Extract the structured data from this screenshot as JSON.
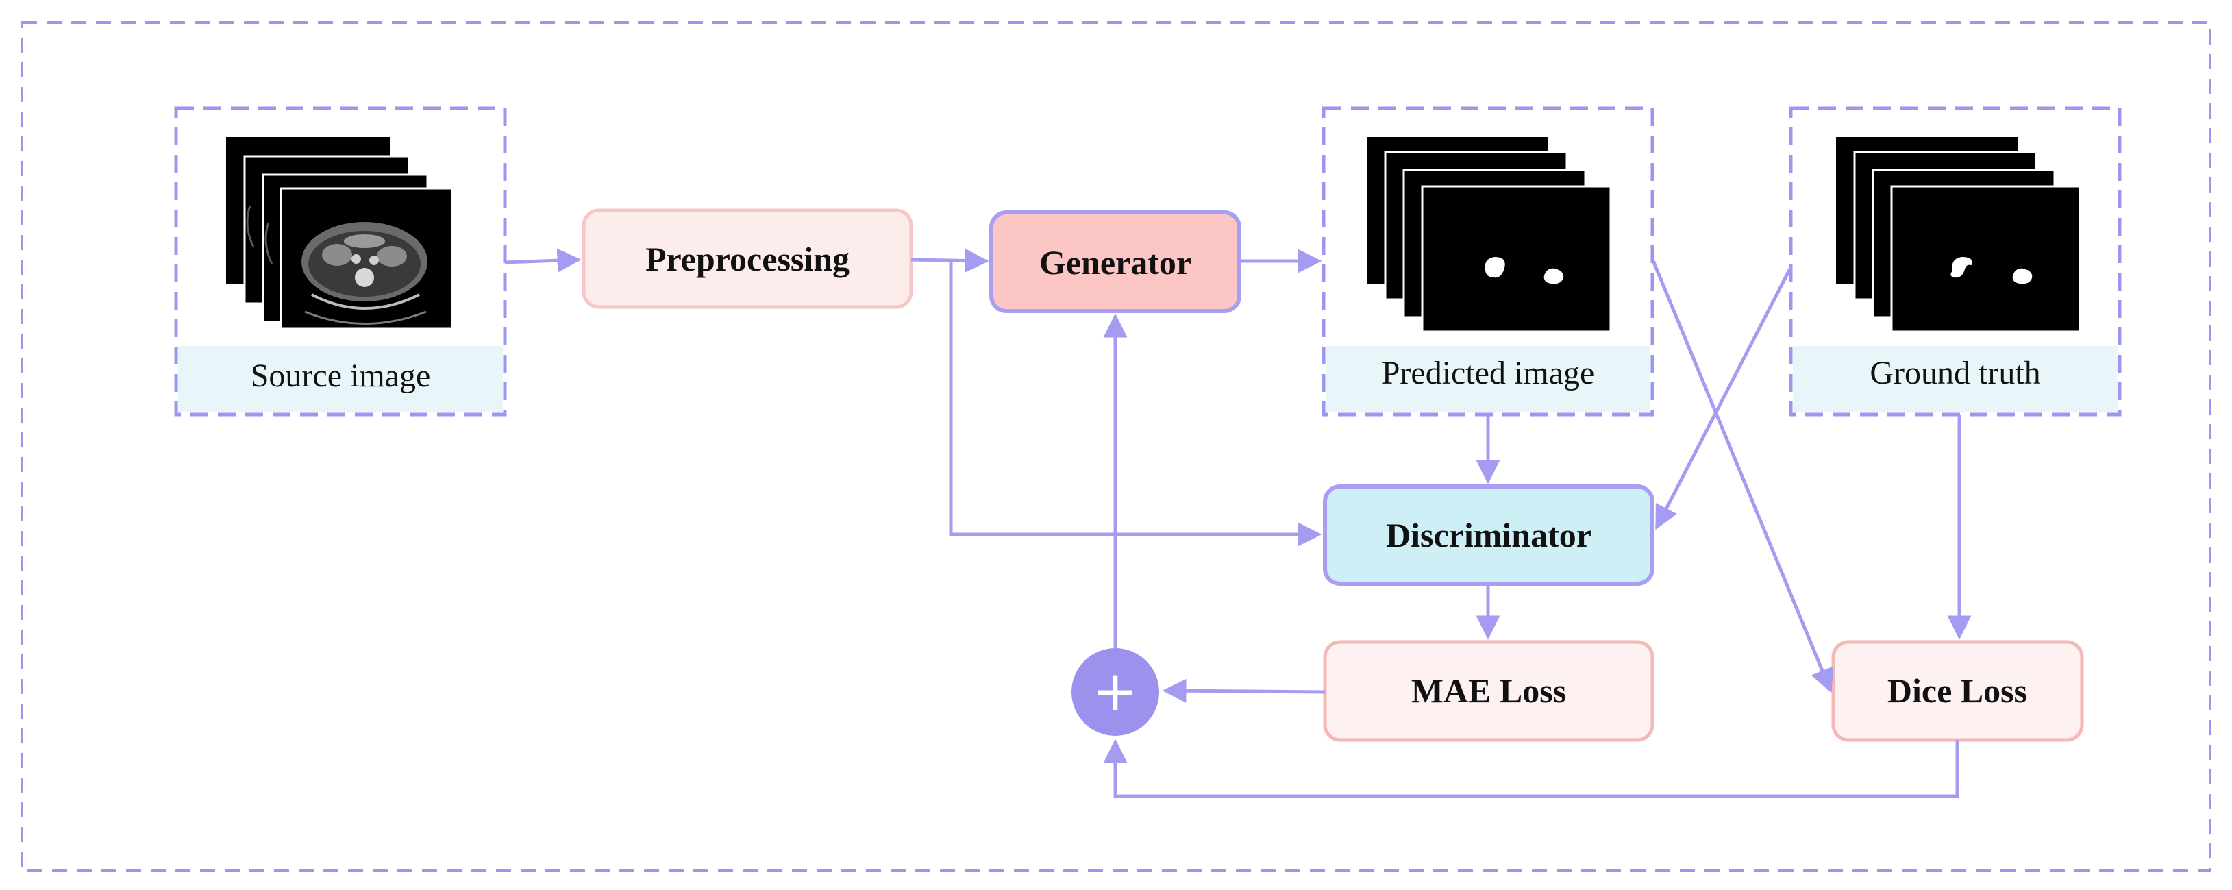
{
  "colors": {
    "dashed_border": "#9d95ee",
    "arrow": "#a49cf0",
    "caption_bg": "#e8f6fa",
    "preprocessing_fill": "#fdecec",
    "preprocessing_stroke": "#f7c6c6",
    "generator_fill": "#fbc6c4",
    "generator_stroke": "#a89ff0",
    "discriminator_fill": "#cdeff5",
    "discriminator_stroke": "#a89ff0",
    "loss_fill": "#fdf1f1",
    "loss_stroke": "#f6b7b7",
    "sum_node": "#9b92ee",
    "image_black": "#000000"
  },
  "panels": {
    "source": {
      "caption": "Source image"
    },
    "predicted": {
      "caption": "Predicted image"
    },
    "ground_truth": {
      "caption": "Ground truth"
    }
  },
  "blocks": {
    "preprocessing": "Preprocessing",
    "generator": "Generator",
    "discriminator": "Discriminator",
    "mae_loss": "MAE Loss",
    "dice_loss": "Dice Loss"
  },
  "sum_node": {
    "symbol": "+"
  }
}
